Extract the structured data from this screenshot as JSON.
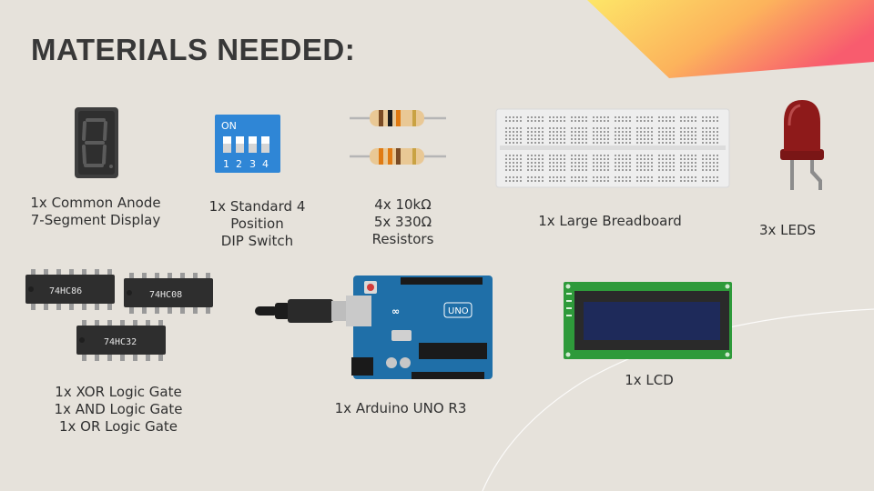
{
  "slide": {
    "title": "MATERIALS NEEDED:",
    "items": [
      {
        "id": "seven-segment",
        "lines": [
          "1x Common Anode",
          "7-Segment Display"
        ]
      },
      {
        "id": "dip-switch",
        "lines": [
          "1x Standard 4",
          "Position",
          "DIP Switch"
        ],
        "switch_text": "ON",
        "switch_numbers": [
          "1",
          "2",
          "3",
          "4"
        ]
      },
      {
        "id": "resistors",
        "lines": [
          "4x 10kΩ",
          "5x 330Ω",
          "Resistors"
        ]
      },
      {
        "id": "breadboard",
        "lines": [
          "1x Large Breadboard"
        ]
      },
      {
        "id": "leds",
        "lines": [
          "3x LEDS"
        ]
      },
      {
        "id": "logic-gates",
        "lines": [
          "1x XOR Logic Gate",
          "1x AND Logic Gate",
          "1x OR Logic Gate"
        ],
        "chips": [
          "74HC86",
          "74HC08",
          "74HC32"
        ]
      },
      {
        "id": "arduino",
        "lines": [
          "1x Arduino UNO R3"
        ],
        "board_text": "UNO"
      },
      {
        "id": "lcd",
        "lines": [
          "1x LCD"
        ]
      }
    ]
  },
  "colors": {
    "background": "#e6e2db",
    "accent_yellow": "#fde668",
    "accent_pink": "#f85c6e",
    "led_red": "#8e1a1a",
    "arduino_blue": "#1f6fa8",
    "lcd_green": "#2e9a3a",
    "dip_blue": "#2f86d6"
  }
}
